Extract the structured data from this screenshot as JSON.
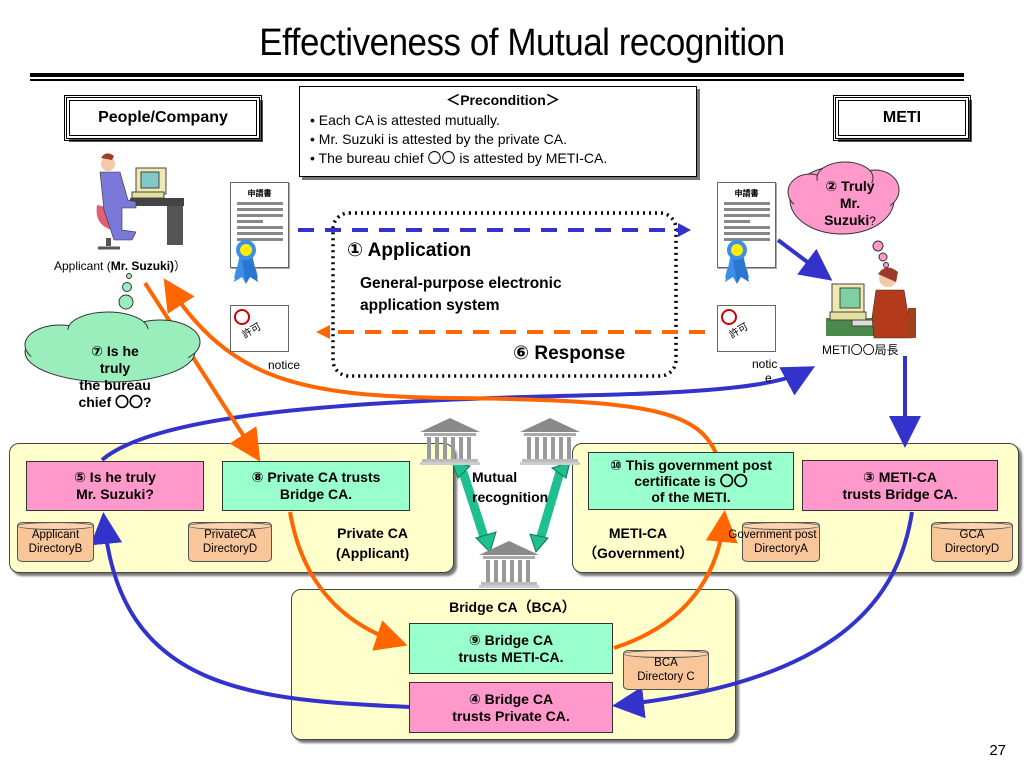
{
  "title": "Effectiveness of Mutual recognition",
  "page_number": "27",
  "header_boxes": {
    "left": "People/Company",
    "right": "METI"
  },
  "precondition": {
    "title": "＜Precondition＞",
    "items": [
      "• Each CA is attested mutually.",
      "• Mr. Suzuki is attested by the private CA.",
      "• The bureau chief 〇〇 is attested by METI-CA."
    ]
  },
  "applicant": {
    "label_prefix": "Applicant (",
    "label_name": "Mr. Suzuki)",
    "label_suffix": "）",
    "icon": "person-at-computer-icon"
  },
  "meti_officer": {
    "label": "METI〇〇局長",
    "icon": "officer-at-computer-icon"
  },
  "documents": {
    "application_form_label": "申請書",
    "permit_label": "許可",
    "notice_left": "notice",
    "notice_right_line1": "notic",
    "notice_right_line2": "e"
  },
  "system_box": {
    "application": "① Application",
    "system_line1": "General-purpose electronic",
    "system_line2": "application system",
    "response": "⑥ Response"
  },
  "thought_bubbles": {
    "meti": {
      "line1": "② Truly",
      "line2": "Mr.",
      "line3": "Suzuki",
      "suffix": "?",
      "color": "#ff99cc"
    },
    "applicant": {
      "line1": "⑦ Is he",
      "line2": "truly",
      "line3": "the bureau",
      "line4": "chief 〇〇?",
      "color": "#99eebb"
    }
  },
  "private_ca": {
    "title_line1": "Private CA",
    "title_line2": "(Applicant)",
    "step5_line1": "⑤ Is he truly",
    "step5_line2": "Mr. Suzuki?",
    "step8_line1": "⑧ Private CA trusts",
    "step8_line2": "Bridge CA.",
    "dir1_line1": "Applicant",
    "dir1_line2": "DirectoryB",
    "dir2_line1": "PrivateCA",
    "dir2_line2": "DirectoryD"
  },
  "meti_ca": {
    "title_line1": "METI-CA",
    "title_line2": "（Government）",
    "step10_line1": "⑩ This government post",
    "step10_line2": "certificate is 〇〇",
    "step10_line3": "of the METI.",
    "step3_line1": "③  METI-CA",
    "step3_line2": "trusts Bridge CA.",
    "dir1_line1": "Government post",
    "dir1_line2": "DirectoryA",
    "dir2_line1": "GCA",
    "dir2_line2": "DirectoryD"
  },
  "bridge_ca": {
    "title": "Bridge CA（BCA）",
    "step9_line1": "⑨ Bridge CA",
    "step9_line2": "trusts METI-CA.",
    "step4_line1": "④ Bridge CA",
    "step4_line2": "trusts Private CA.",
    "dir_line1": "BCA",
    "dir_line2": "Directory C"
  },
  "mutual_recognition": {
    "line1": "Mutual",
    "line2": "recognition",
    "icon": "building-icon"
  },
  "colors": {
    "blue_arrow": "#3333cc",
    "orange_arrow": "#ff6600",
    "pink": "#ff99cc",
    "green": "#99ffcc",
    "region": "#ffffcc",
    "directory": "#f9c69a",
    "teal_arrow": "#1fbf8f"
  }
}
